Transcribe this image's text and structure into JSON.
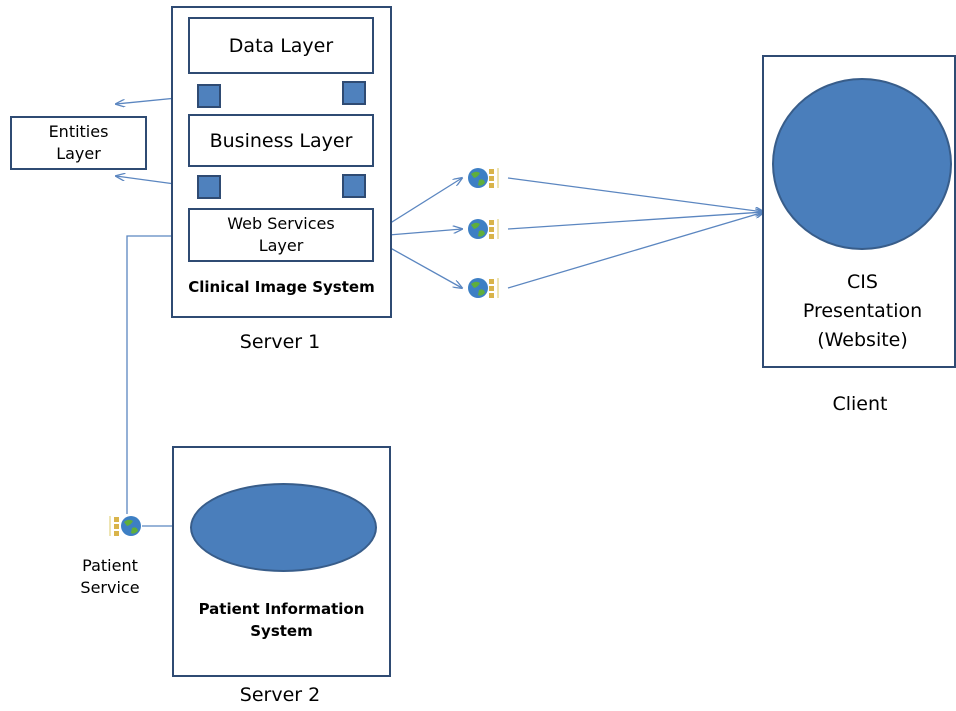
{
  "diagram": {
    "server1": {
      "caption": "Server 1",
      "system_label": "Clinical Image System",
      "data_layer": "Data Layer",
      "business_layer": "Business Layer",
      "web_services_layer": "Web Services\nLayer"
    },
    "entities_layer": "Entities\nLayer",
    "client": {
      "caption": "Client",
      "presentation_label": "CIS\nPresentation\n(Website)"
    },
    "server2": {
      "caption": "Server 2",
      "system_label": "Patient Information\nSystem"
    },
    "patient_service": "Patient\nService",
    "icons": {
      "layer_connector": "square-connector-icon",
      "web_service": "web-service-globe-icon"
    },
    "colors": {
      "box_border": "#2f4b73",
      "fill_blue": "#4a7ebb",
      "arrow": "#5b86c0"
    }
  }
}
